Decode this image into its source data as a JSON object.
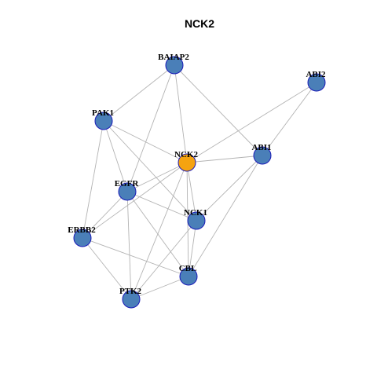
{
  "title": "NCK2",
  "colors": {
    "focus_node": "#F5A310",
    "other_node": "#4A7FB8",
    "node_border": "#1A1AB8",
    "edge": "#B3B3B3",
    "background": "#FFFFFF"
  },
  "nodes": [
    {
      "id": "BAIAP2",
      "label": "BAIAP2",
      "focus": false
    },
    {
      "id": "ABI2",
      "label": "ABI2",
      "focus": false
    },
    {
      "id": "PAK1",
      "label": "PAK1",
      "focus": false
    },
    {
      "id": "NCK2",
      "label": "NCK2",
      "focus": true
    },
    {
      "id": "ABI1",
      "label": "ABI1",
      "focus": false
    },
    {
      "id": "EGFR",
      "label": "EGFR",
      "focus": false
    },
    {
      "id": "NCK1",
      "label": "NCK1",
      "focus": false
    },
    {
      "id": "ERBB2",
      "label": "ERBB2",
      "focus": false
    },
    {
      "id": "CBL",
      "label": "CBL",
      "focus": false
    },
    {
      "id": "PTK2",
      "label": "PTK2",
      "focus": false
    }
  ],
  "edges": [
    [
      "BAIAP2",
      "PAK1"
    ],
    [
      "BAIAP2",
      "EGFR"
    ],
    [
      "BAIAP2",
      "NCK2"
    ],
    [
      "BAIAP2",
      "ABI1"
    ],
    [
      "ABI2",
      "NCK2"
    ],
    [
      "ABI2",
      "ABI1"
    ],
    [
      "PAK1",
      "NCK2"
    ],
    [
      "PAK1",
      "EGFR"
    ],
    [
      "PAK1",
      "NCK1"
    ],
    [
      "PAK1",
      "ERBB2"
    ],
    [
      "NCK2",
      "ABI1"
    ],
    [
      "NCK2",
      "EGFR"
    ],
    [
      "NCK2",
      "NCK1"
    ],
    [
      "NCK2",
      "ERBB2"
    ],
    [
      "NCK2",
      "CBL"
    ],
    [
      "NCK2",
      "PTK2"
    ],
    [
      "ABI1",
      "NCK1"
    ],
    [
      "ABI1",
      "CBL"
    ],
    [
      "EGFR",
      "NCK1"
    ],
    [
      "EGFR",
      "ERBB2"
    ],
    [
      "EGFR",
      "CBL"
    ],
    [
      "EGFR",
      "PTK2"
    ],
    [
      "NCK1",
      "CBL"
    ],
    [
      "NCK1",
      "PTK2"
    ],
    [
      "ERBB2",
      "CBL"
    ],
    [
      "ERBB2",
      "PTK2"
    ],
    [
      "CBL",
      "PTK2"
    ]
  ]
}
